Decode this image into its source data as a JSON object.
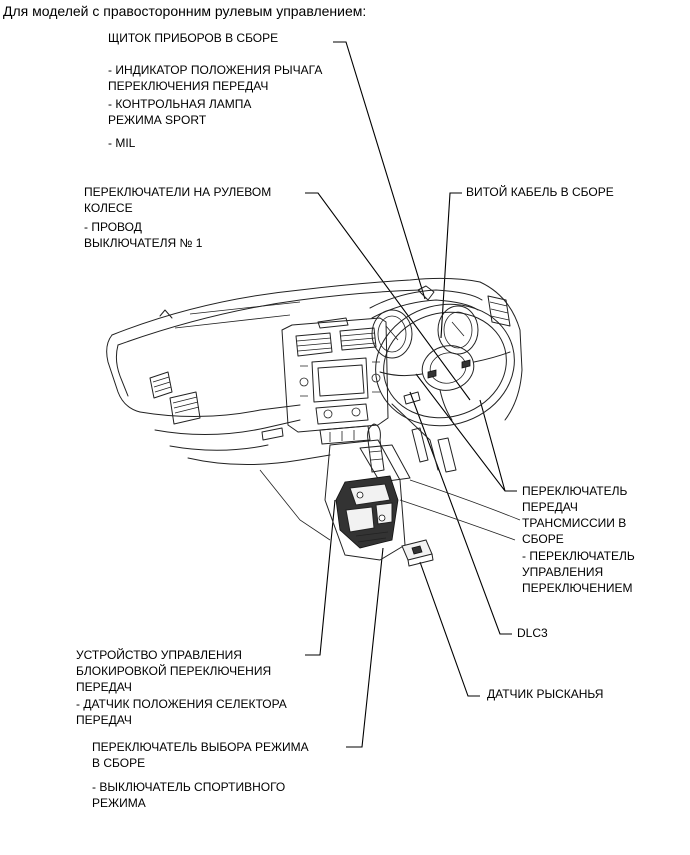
{
  "title": "Для моделей с правосторонним рулевым управлением:",
  "labels": {
    "shchitok": "ЩИТОК ПРИБОРОВ В СБОРЕ",
    "shchitok_sub1": "- ИНДИКАТОР ПОЛОЖЕНИЯ РЫЧАГА\nПЕРЕКЛЮЧЕНИЯ ПЕРЕДАЧ",
    "shchitok_sub2": "- КОНТРОЛЬНАЯ ЛАМПА\nРЕЖИМА SPORT",
    "shchitok_sub3": "- MIL",
    "steering_sw": "ПЕРЕКЛЮЧАТЕЛИ НА РУЛЕВОМ\nКОЛЕСЕ",
    "steering_sw_sub": "- ПРОВОД\nВЫКЛЮЧАТЕЛЯ № 1",
    "spiral": "ВИТОЙ КАБЕЛЬ В СБОРЕ",
    "trans_sw": "ПЕРЕКЛЮЧАТЕЛЬ\nПЕРЕДАЧ\nТРАНСМИССИИ В\nСБОРЕ",
    "trans_sw_sub": "- ПЕРЕКЛЮЧАТЕЛЬ\nУПРАВЛЕНИЯ\nПЕРЕКЛЮЧЕНИЕМ",
    "dlc3": "DLC3",
    "shift_lock": "УСТРОЙСТВО УПРАВЛЕНИЯ\nБЛОКИРОВКОЙ ПЕРЕКЛЮЧЕНИЯ\nПЕРЕДАЧ",
    "shift_lock_sub": "- ДАТЧИК ПОЛОЖЕНИЯ СЕЛЕКТОРА\nПЕРЕДАЧ",
    "yaw": "ДАТЧИК РЫСКАНЬЯ",
    "mode_sw": "ПЕРЕКЛЮЧАТЕЛЬ ВЫБОРА РЕЖИМА\nВ СБОРЕ",
    "mode_sw_sub": "- ВЫКЛЮЧАТЕЛЬ СПОРТИВНОГО\nРЕЖИМА"
  }
}
